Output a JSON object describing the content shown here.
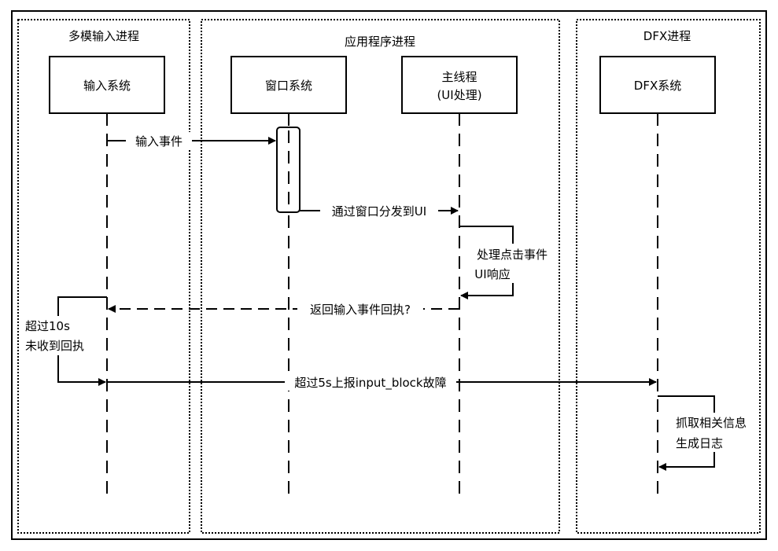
{
  "groups": {
    "multimodal_input": "多模输入进程",
    "application": "应用程序进程",
    "dfx": "DFX进程"
  },
  "participants": {
    "input_system": "输入系统",
    "window_system": "窗口系统",
    "main_thread_line1": "主线程",
    "main_thread_line2": "(UI处理)",
    "dfx_system": "DFX系统"
  },
  "messages": {
    "input_event": "输入事件",
    "dispatch_via_window": "通过窗口分发到UI",
    "handle_click_line1": "处理点击事件",
    "handle_click_line2": "UI响应",
    "return_ack": "返回输入事件回执?",
    "timeout_line1": "超过10s",
    "timeout_line2": "未收到回执",
    "report_block": "超过5s上报input_block故障",
    "collect_line1": "抓取相关信息",
    "collect_line2": "生成日志"
  },
  "colors": {
    "line": "#000000",
    "background": "#ffffff"
  }
}
